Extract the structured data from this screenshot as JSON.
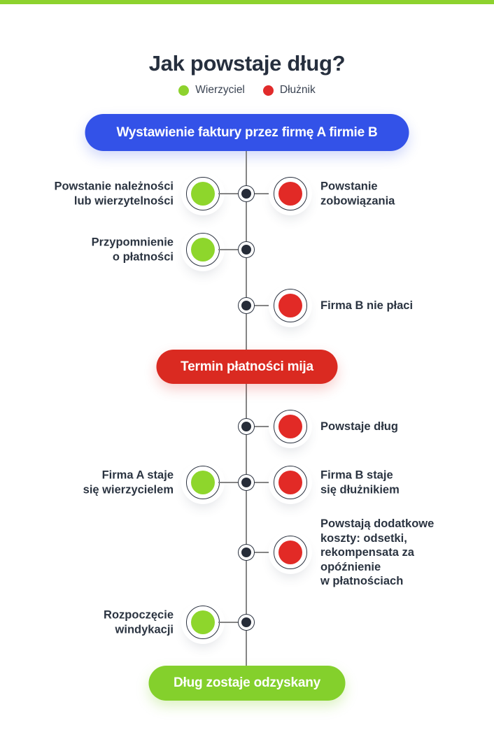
{
  "infographic": {
    "title": "Jak powstaje dług?",
    "colors": {
      "creditor_green": "#8ed62c",
      "debtor_red": "#e22a26",
      "banner_blue": "#3352e8",
      "banner_red": "#da2a21",
      "banner_green": "#84d02c",
      "accent_bar": "#8dd22e",
      "text_dark": "#2b3441",
      "line_gray": "#858585"
    },
    "legend": [
      {
        "label": "Wierzyciel",
        "color": "#8dd22e"
      },
      {
        "label": "Dłużnik",
        "color": "#e12b2b"
      }
    ],
    "banners": {
      "invoice": {
        "label": "Wystawienie faktury przez firmę A firmie B",
        "color": "#3352e8"
      },
      "deadline": {
        "label": "Termin płatności mija",
        "color": "#da2a21"
      },
      "recovered": {
        "label": "Dług zostaje odzyskany",
        "color": "#84d02c"
      }
    },
    "steps": {
      "row1": {
        "left": "Powstanie należności\nlub wierzytelności",
        "right": "Powstanie\nzobowiązania"
      },
      "row2": {
        "left": "Przypomnienie\no płatności"
      },
      "row3": {
        "right": "Firma B nie płaci"
      },
      "row4": {
        "right": "Powstaje dług"
      },
      "row5": {
        "left": "Firma A staje\nsię wierzycielem",
        "right": "Firma B staje\nsię dłużnikiem"
      },
      "row6": {
        "right": "Powstają dodatkowe\nkoszty: odsetki,\nrekompensata za\nopóźnienie\nw płatnościach"
      },
      "row7": {
        "left": "Rozpoczęcie\nwindykacji"
      }
    }
  }
}
